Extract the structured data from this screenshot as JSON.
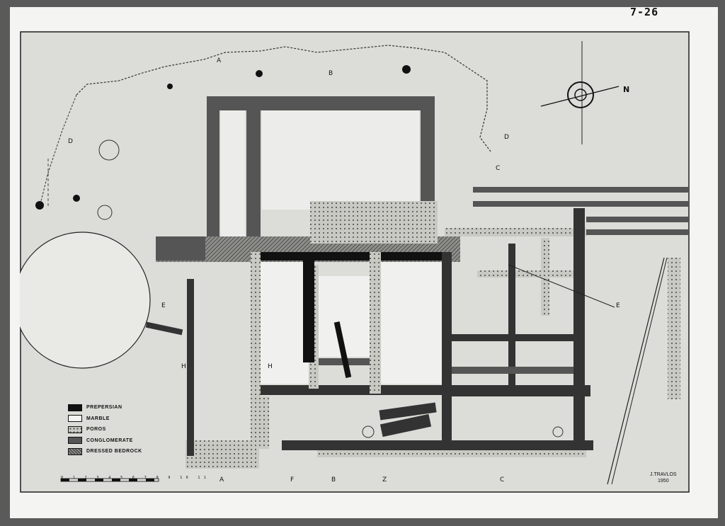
{
  "sheet": {
    "plate_number": "7-26"
  },
  "compass": {
    "north_label": "N"
  },
  "section_markers": [
    "A",
    "B",
    "C",
    "D",
    "E",
    "F",
    "H",
    "Z"
  ],
  "legend": [
    {
      "label": "PREPERSIAN",
      "color": "#111111"
    },
    {
      "label": "MARBLE",
      "color": "#f4f4f2"
    },
    {
      "label": "POROS",
      "color": "#c9c9c4"
    },
    {
      "label": "CONGLOMERATE",
      "color": "#555555"
    },
    {
      "label": "DRESSED BEDROCK",
      "color": "#8e8e8a"
    }
  ],
  "scale": {
    "ticks": "0 1 2 3 4 5 6 7 8 9 10 11"
  },
  "signature": {
    "name": "J.TRAVLOS",
    "year": "1950"
  },
  "colors": {
    "wall_dark": "#111111",
    "wall_mid": "#555555",
    "paper": "#f4f4f2",
    "plan_bg": "#dcdcd8"
  }
}
